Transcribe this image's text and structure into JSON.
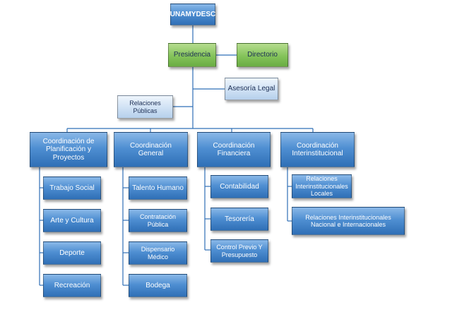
{
  "org": {
    "root": "UNAMYDESC",
    "presidencia": "Presidencia",
    "directorio": "Directorio",
    "asesoria": "Asesoría Legal",
    "relaciones_publicas": "Relaciones Públicas",
    "coordinaciones": [
      {
        "title": "Coordinación de Planificación y Proyectos",
        "items": [
          "Trabajo Social",
          "Arte y Cultura",
          "Deporte",
          "Recreación"
        ]
      },
      {
        "title": "Coordinación  General",
        "items": [
          "Talento Humano",
          "Contratación Pública",
          "Dispensario Médico",
          "Bodega"
        ]
      },
      {
        "title": "Coordinación Financiera",
        "items": [
          "Contabilidad",
          "Tesorería",
          "Control Previo Y Presupuesto"
        ]
      },
      {
        "title": "Coordinación Interinstitucional",
        "items": [
          "Relaciones Interinstitucionales Locales",
          "Relaciones Interinstitucionales Nacional e Internacionales"
        ]
      }
    ]
  },
  "colors": {
    "dark_box": "#3f80c6",
    "light_box": "#cfe1f4",
    "green_box": "#84c35a",
    "connector": "#2f6fb6"
  }
}
